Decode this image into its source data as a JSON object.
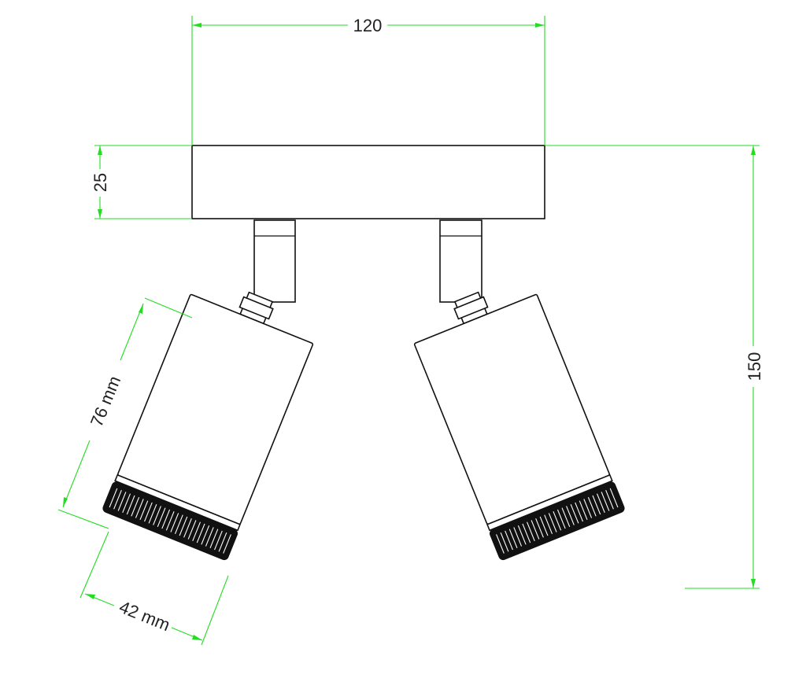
{
  "dimensions": {
    "width": {
      "value": "120"
    },
    "plate_height": {
      "value": "25"
    },
    "total_height": {
      "value": "150"
    },
    "head_length": {
      "value": "76 mm"
    },
    "head_diameter": {
      "value": "42 mm"
    }
  },
  "colors": {
    "dimension_lines": "#22dd22",
    "outline": "#111111",
    "background": "#ffffff"
  }
}
